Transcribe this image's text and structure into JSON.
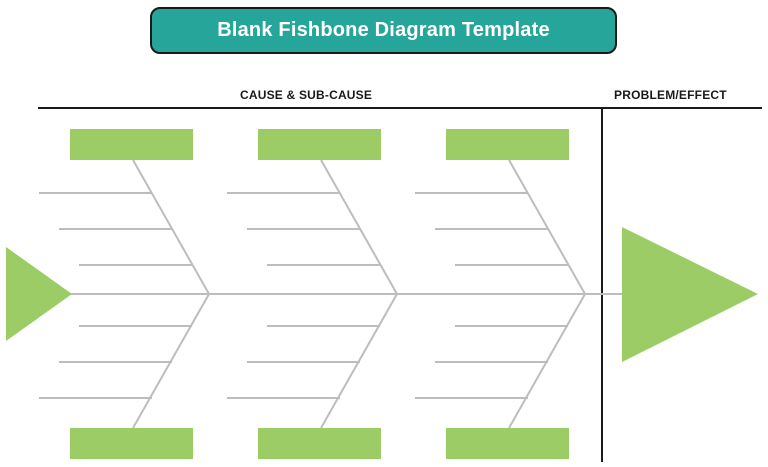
{
  "title": "Blank Fishbone Diagram Template",
  "sections": {
    "cause_label": "CAUSE & SUB-CAUSE",
    "effect_label": "PROBLEM/EFFECT"
  },
  "colors": {
    "title_background": "#26a69a",
    "title_text": "#ffffff",
    "cause_box": "#9ccc65",
    "arrow": "#9ccc65",
    "bone": "#bdbdbd",
    "divider": "#1a1a1a"
  },
  "layout": {
    "branch_groups": 3,
    "sub_causes_per_branch": 3
  }
}
